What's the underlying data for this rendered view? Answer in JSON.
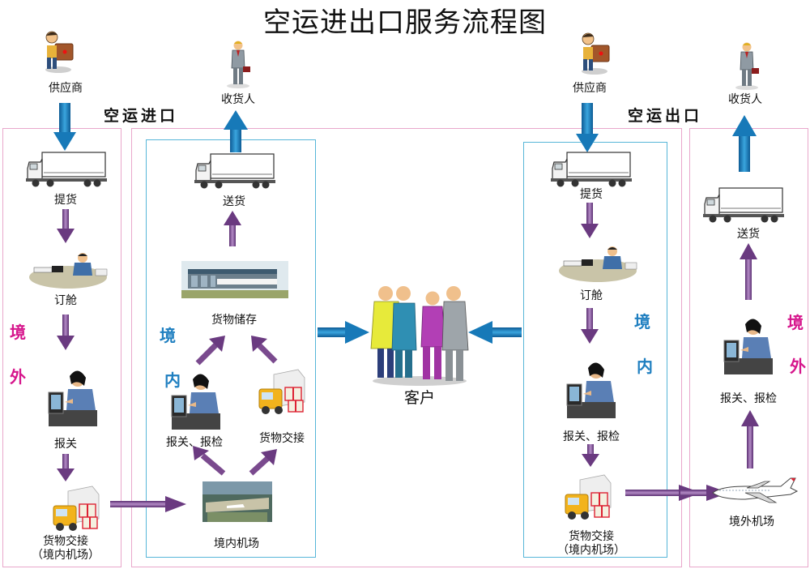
{
  "title": "空运进出口服务流程图",
  "import": {
    "title": "空运进口",
    "supplier": "供应商",
    "consignee": "收货人",
    "overseas_steps": [
      "提货",
      "订舱",
      "报关",
      "货物交接"
    ],
    "overseas_last_sub": "（境内机场）",
    "overseas_side": [
      "境",
      "外"
    ],
    "domestic_side": [
      "境",
      "内"
    ],
    "domestic_delivery": "送货",
    "domestic_storage": "货物储存",
    "domestic_customs": "报关、报检",
    "domestic_handover": "货物交接",
    "domestic_airport": "境内机场"
  },
  "customer": "客户",
  "export": {
    "title": "空运出口",
    "supplier": "供应商",
    "consignee": "收货人",
    "domestic_steps": [
      "提货",
      "订舱",
      "报关、报检",
      "货物交接"
    ],
    "domestic_last_sub": "（境内机场）",
    "domestic_side": [
      "境",
      "内"
    ],
    "overseas_side": [
      "境",
      "外"
    ],
    "overseas_delivery": "送货",
    "overseas_customs": "报关、报检",
    "overseas_airport": "境外机场"
  },
  "colors": {
    "blue_arrow": "#1779b8",
    "purple_arrow": "#7a4a8e",
    "pink_border": "#e9a7cb",
    "blue_border": "#57b6d8",
    "side_pink": "#d6168c",
    "side_blue": "#1f7fc0"
  }
}
